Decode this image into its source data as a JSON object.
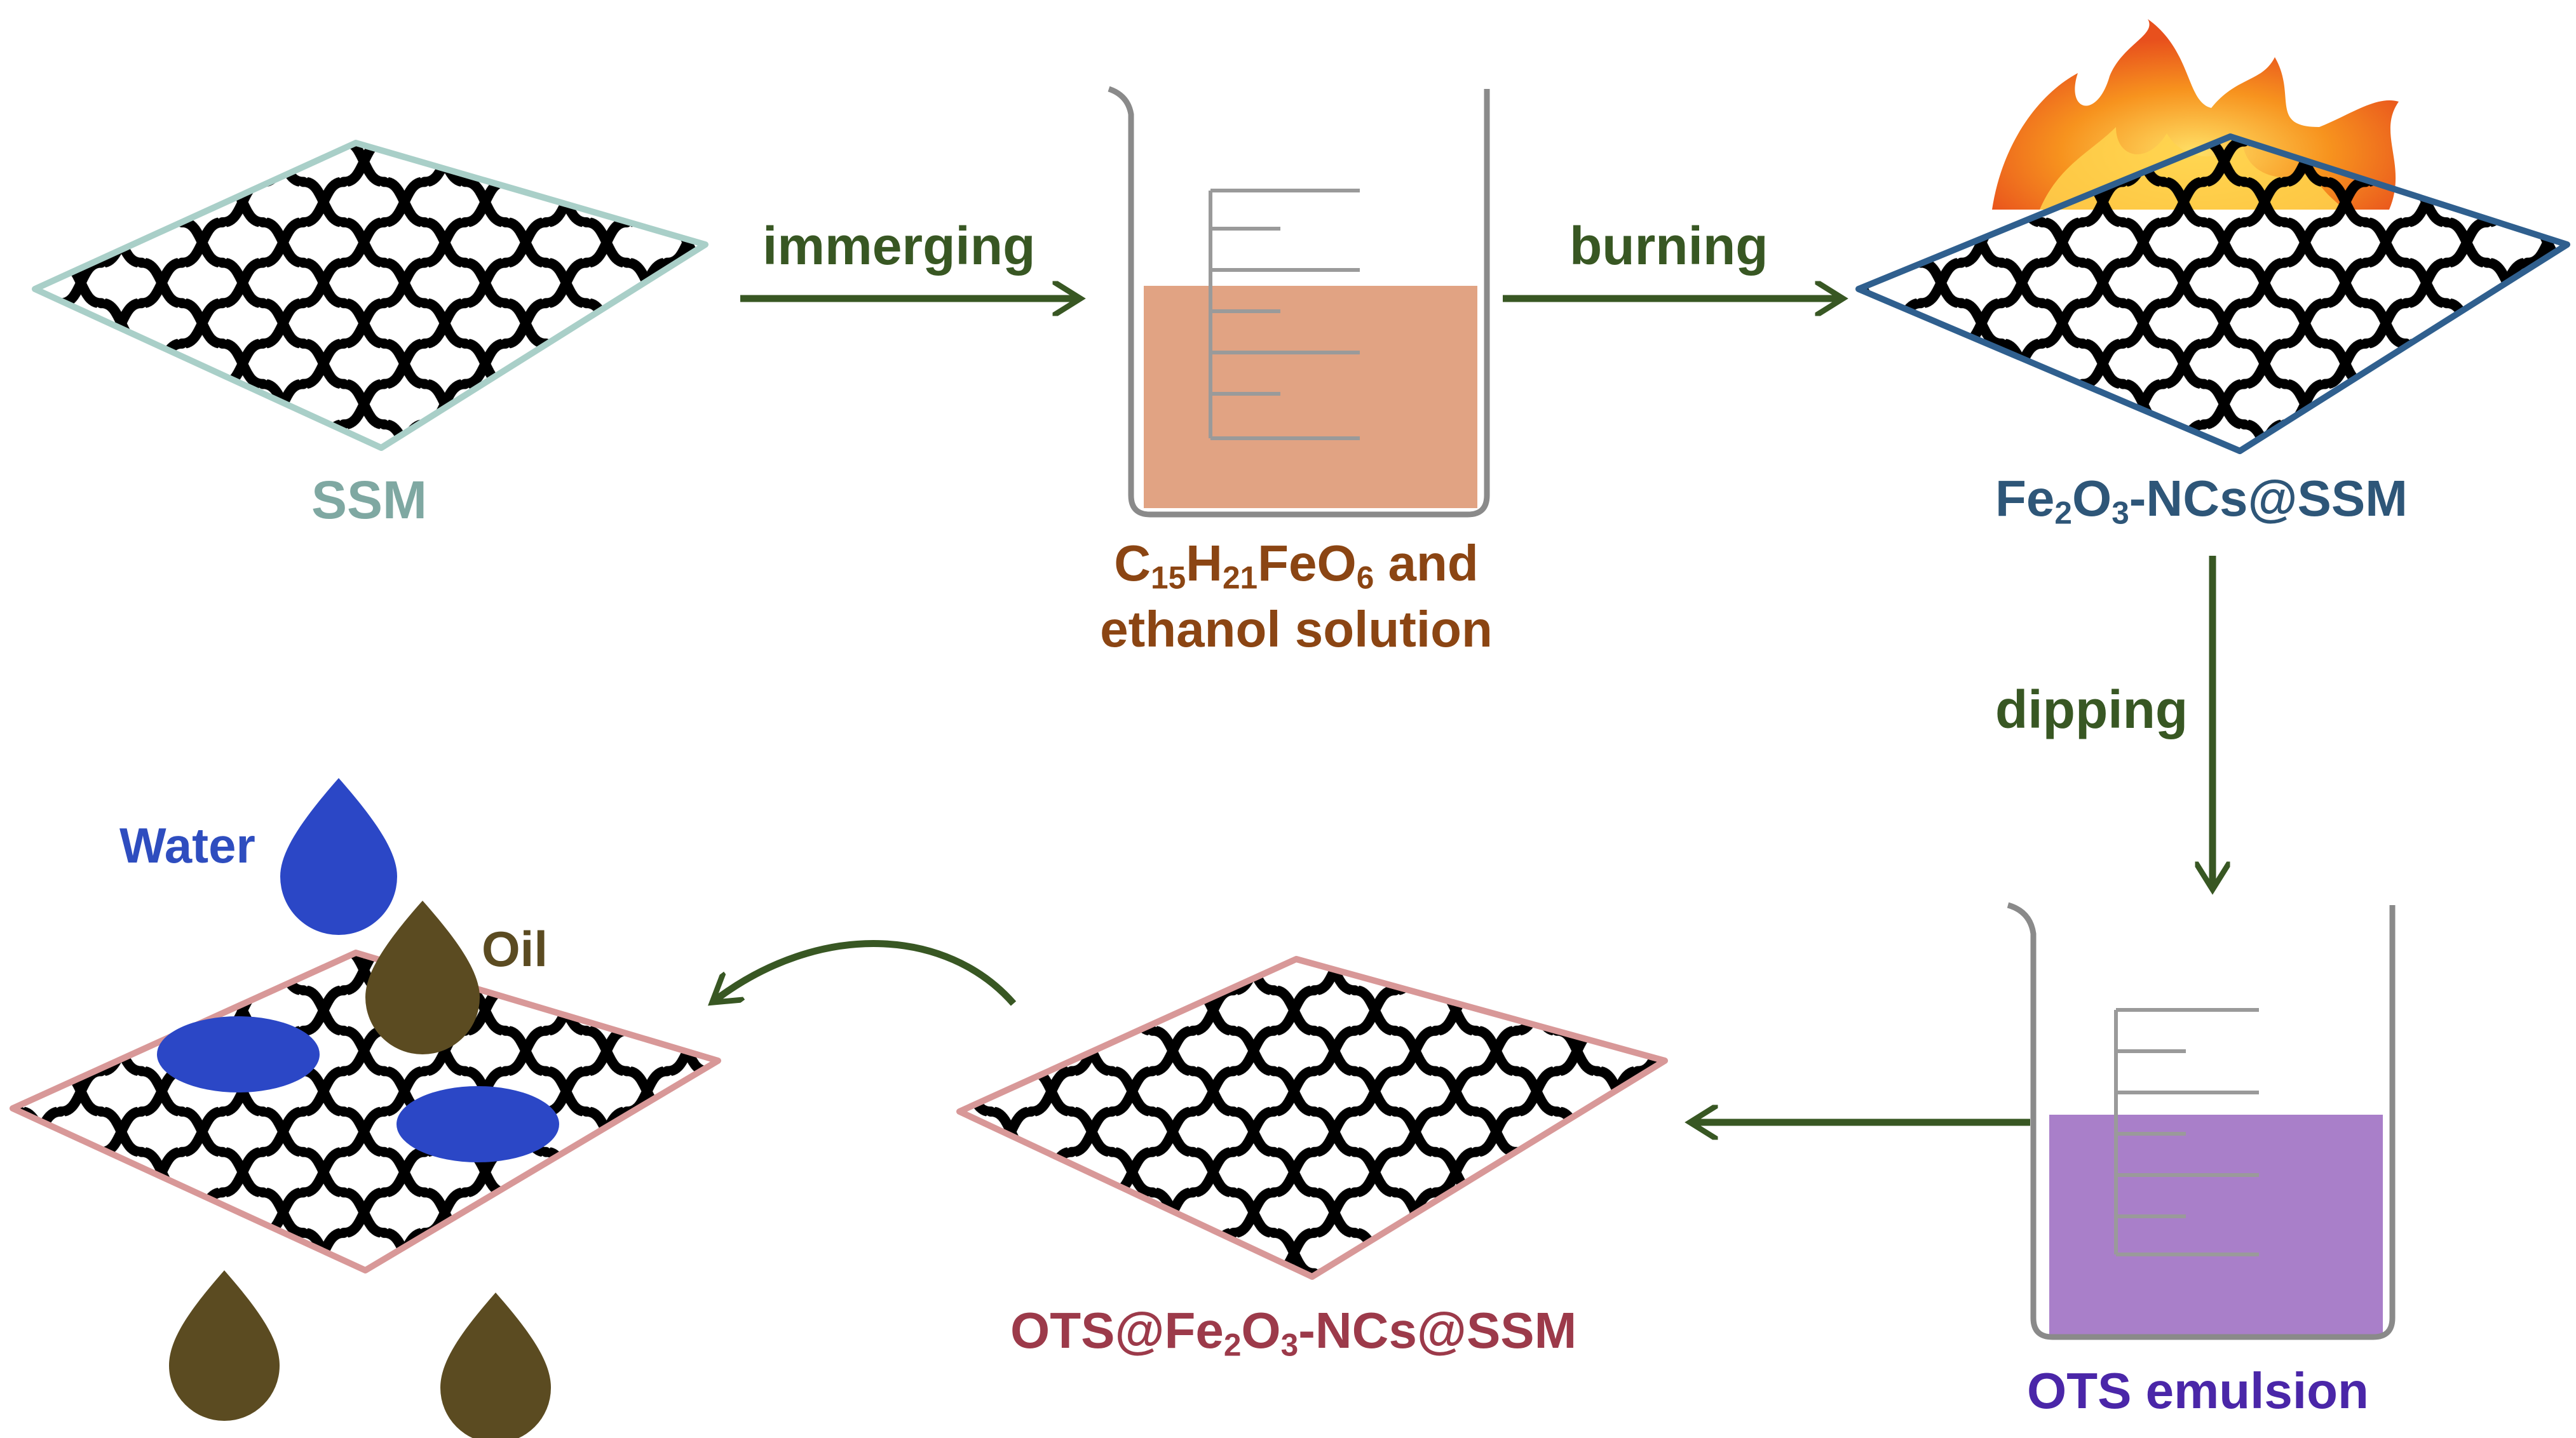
{
  "steps": {
    "immerging": "immerging",
    "burning": "burning",
    "dipping": "dipping"
  },
  "labels": {
    "ssm": "SSM",
    "solution_line1_parts": [
      "C",
      "15",
      "H",
      "21",
      "FeO",
      "6",
      " and"
    ],
    "solution_line2": "ethanol solution",
    "fe2o3_parts": [
      "Fe",
      "2",
      "O",
      "3",
      "-NCs@SSM"
    ],
    "ots_emulsion": "OTS emulsion",
    "ots_fe2o3_parts": [
      "OTS@Fe",
      "2",
      "O",
      "3",
      "-NCs@SSM"
    ],
    "water": "Water",
    "oil": "Oil"
  },
  "colors": {
    "arrow": "#385723",
    "mesh_ssm": "#a9cfc8",
    "mesh_fe2o3": "#2f5f8e",
    "mesh_ots": "#d89898",
    "solution": "#e1a383",
    "emulsion": "#a97fc9",
    "water": "#2b47c6",
    "oil": "#5b4b21",
    "flame": "#f57c1f"
  }
}
